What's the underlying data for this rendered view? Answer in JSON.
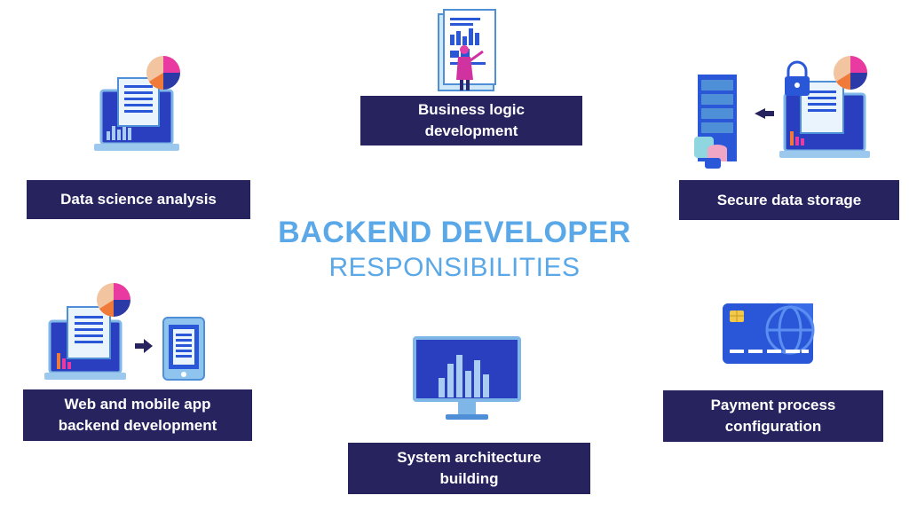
{
  "title": {
    "main": "BACKEND DEVELOPER",
    "sub": "RESPONSIBILITIES"
  },
  "colors": {
    "navy": "#27235e",
    "accent_blue": "#5aa8e8",
    "screen_blue": "#1d3fbf"
  },
  "responsibilities": [
    {
      "label": "Business logic\ndevelopment",
      "icon": "document-with-presenter-icon"
    },
    {
      "label": "Data science analysis",
      "icon": "laptop-analytics-icon"
    },
    {
      "label": "Secure data storage",
      "icon": "server-to-laptop-lock-icon"
    },
    {
      "label": "Web and mobile app\nbackend development",
      "icon": "laptop-to-mobile-icon"
    },
    {
      "label": "System architecture\nbuilding",
      "icon": "monitor-bar-chart-icon"
    },
    {
      "label": "Payment process\nconfiguration",
      "icon": "credit-card-icon"
    }
  ]
}
